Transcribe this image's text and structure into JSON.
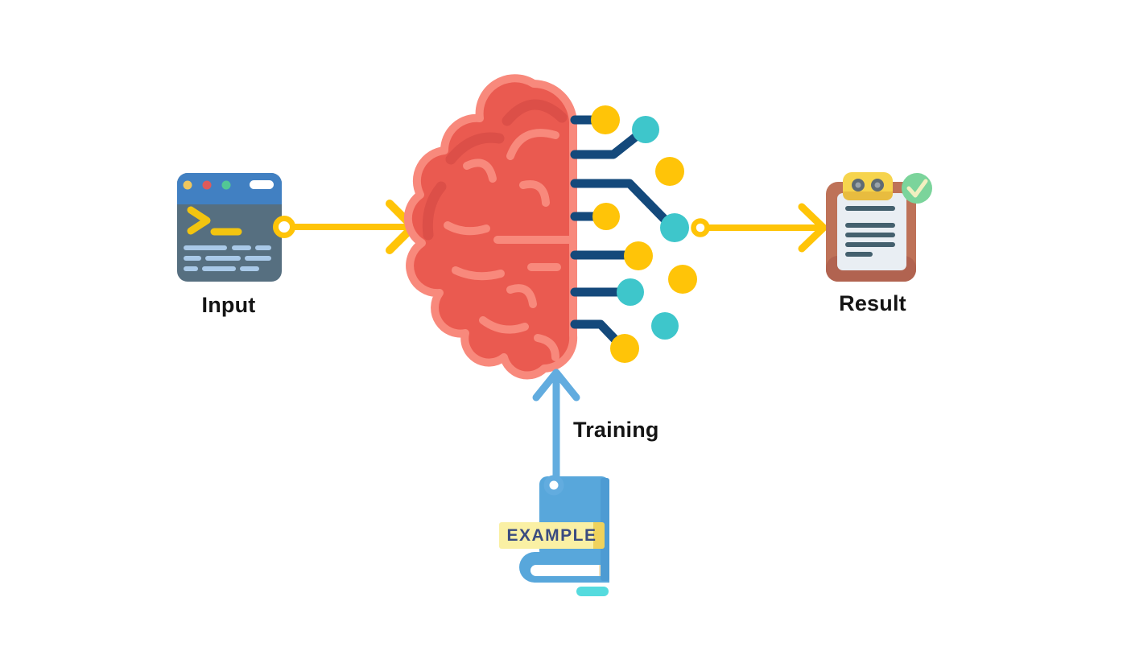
{
  "diagram": {
    "input": {
      "label": "Input",
      "icon": "terminal-window-icon"
    },
    "model": {
      "icon": "brain-neural-network-icon"
    },
    "result": {
      "label": "Result",
      "icon": "clipboard-icon",
      "status_icon": "checkmark-icon"
    },
    "training": {
      "label": "Training",
      "icon": "example-book-icon",
      "book_badge": "EXAMPLE"
    }
  },
  "palette": {
    "background": "#FFFFFF",
    "accent_yellow": "#FFC408",
    "node_teal": "#3EC6CB",
    "connector_navy": "#14497B",
    "brain_fill": "#EA5A50",
    "brain_outline": "#F8897C",
    "training_blue": "#62ACDF",
    "book_blue": "#58A7DB",
    "banner_yellow": "#FAF0A4",
    "banner_text_navy": "#3A4B80",
    "clipboard_frame": "#BE7258",
    "check_green": "#7BD49B",
    "label_black": "#141414"
  }
}
